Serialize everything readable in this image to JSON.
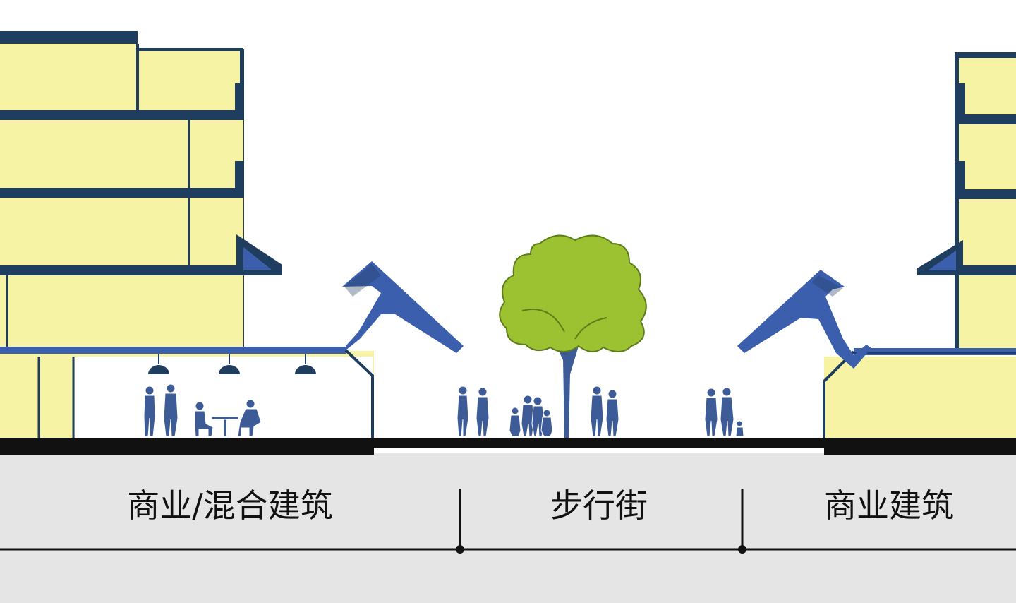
{
  "zones": [
    {
      "label": "商业/混合建筑"
    },
    {
      "label": "步行街"
    },
    {
      "label": "商业建筑"
    }
  ],
  "colors": {
    "building": "#f7f3a4",
    "outline": "#1f3d5e",
    "canopy": "#3c5fad",
    "tree": "#9cc232",
    "people": "#3d5c97",
    "band": "#e5e5e5"
  }
}
